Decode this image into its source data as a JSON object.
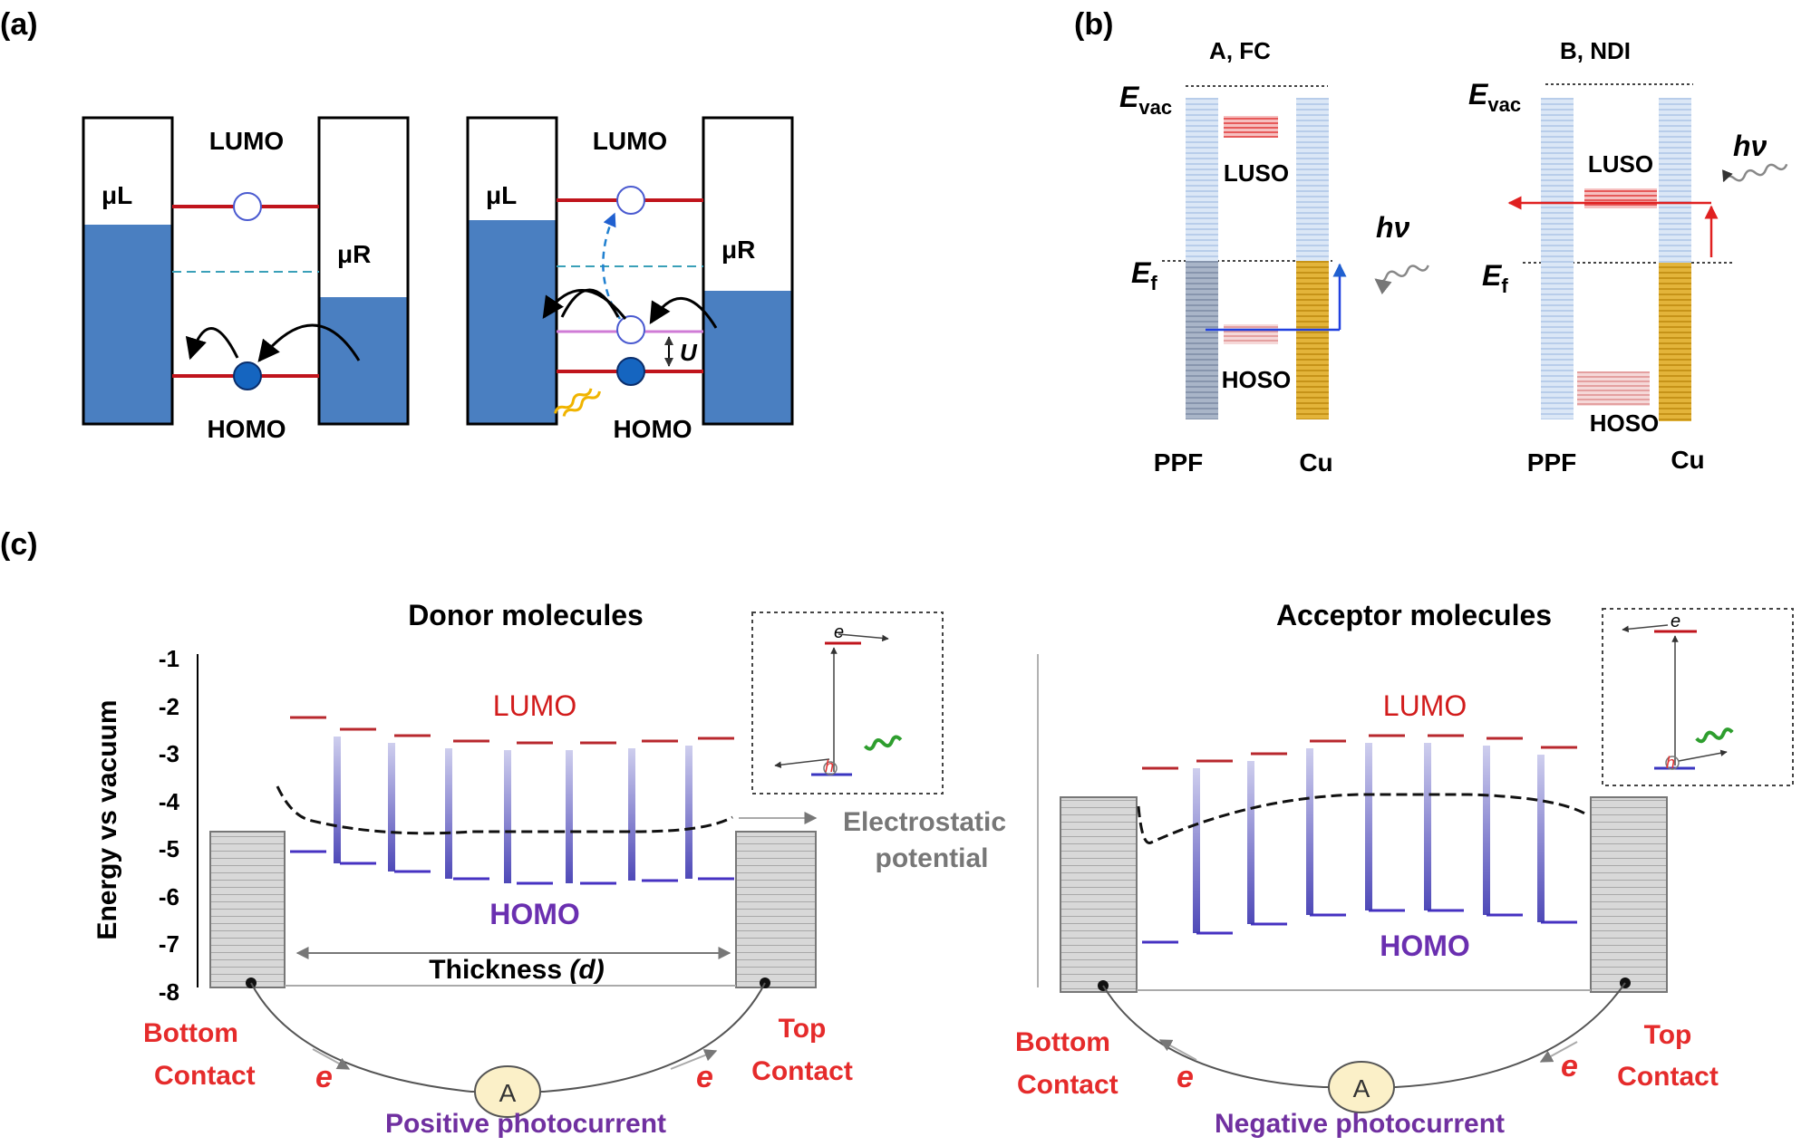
{
  "panel_a": {
    "label": "(a)",
    "left": {
      "muL": "μL",
      "muR": "μR",
      "lumo": "LUMO",
      "homo": "HOMO"
    },
    "right": {
      "muL": "μL",
      "muR": "μR",
      "lumo": "LUMO",
      "homo": "HOMO",
      "u": "U"
    }
  },
  "panel_b": {
    "label": "(b)",
    "left": {
      "title": "A, FC",
      "evac_main": "E",
      "evac_sub": "vac",
      "ef_main": "E",
      "ef_sub": "f",
      "luso": "LUSO",
      "hoso": "HOSO",
      "hv": "hν",
      "ppf": "PPF",
      "cu": "Cu"
    },
    "right": {
      "title": "B, NDI",
      "evac_main": "E",
      "evac_sub": "vac",
      "ef_main": "E",
      "ef_sub": "f",
      "luso": "LUSO",
      "hoso": "HOSO",
      "hv": "hν",
      "ppf": "PPF",
      "cu": "Cu"
    }
  },
  "panel_c": {
    "label": "(c)",
    "y_axis_label": "Energy vs vacuum",
    "y_ticks": [
      "-1",
      "-2",
      "-3",
      "-4",
      "-5",
      "-6",
      "-7",
      "-8"
    ],
    "donor": {
      "title": "Donor molecules",
      "lumo": "LUMO",
      "homo": "HOMO",
      "electrostatic_1": "Electrostatic",
      "electrostatic_2": "potential",
      "thickness_pre": "Thickness ",
      "thickness_var": "(d)",
      "bottom_1": "Bottom",
      "bottom_2": "Contact",
      "top_1": "Top",
      "top_2": "Contact",
      "e_left": "e",
      "e_right": "e",
      "ammeter": "A",
      "photocurrent": "Positive photocurrent",
      "inset_e": "e",
      "inset_h": "h"
    },
    "acceptor": {
      "title": "Acceptor molecules",
      "lumo": "LUMO",
      "homo": "HOMO",
      "bottom_1": "Bottom",
      "bottom_2": "Contact",
      "top_1": "Top",
      "top_2": "Contact",
      "e_left": "e",
      "e_right": "e",
      "ammeter": "A",
      "photocurrent": "Negative photocurrent",
      "inset_e": "e",
      "inset_h": "h"
    }
  },
  "colors": {
    "fermi_blue": "#4a7fc1",
    "orbital_red": "#c0392b",
    "homo_purple": "#5a3fc0",
    "contact_red": "#e52b2b",
    "photocurrent_purple": "#7030a0",
    "gold": "#d9a520"
  }
}
